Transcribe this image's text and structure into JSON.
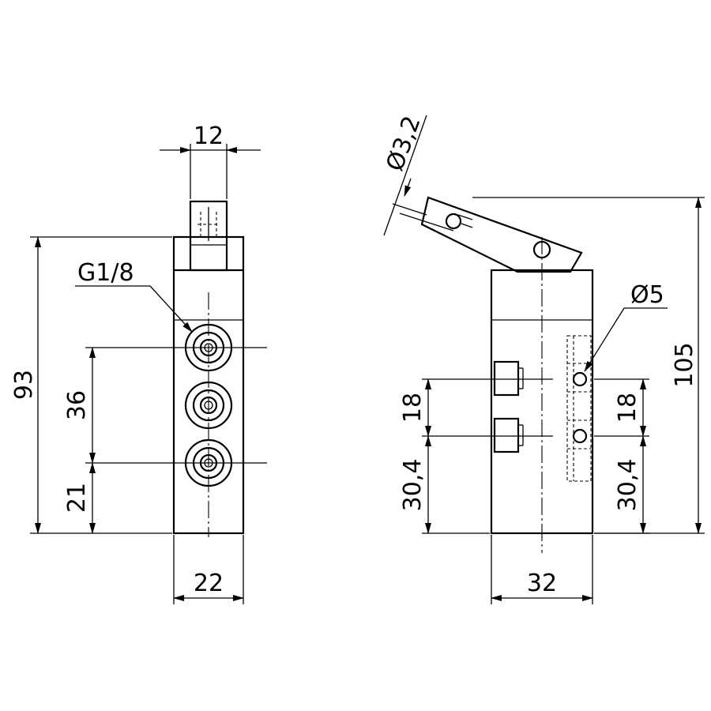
{
  "drawing": {
    "front_view": {
      "width_top": "12",
      "port_label": "G1/8",
      "overall_height": "93",
      "port_spacing": "36",
      "port_bottom": "21",
      "width_body": "22"
    },
    "side_view": {
      "pin_diameter": "Ø3,2",
      "port_diameter": "Ø5",
      "overall_height": "105",
      "spacing_left": "18",
      "bottom_left": "30,4",
      "spacing_right": "18",
      "bottom_right": "30,4",
      "width_body": "32"
    }
  }
}
